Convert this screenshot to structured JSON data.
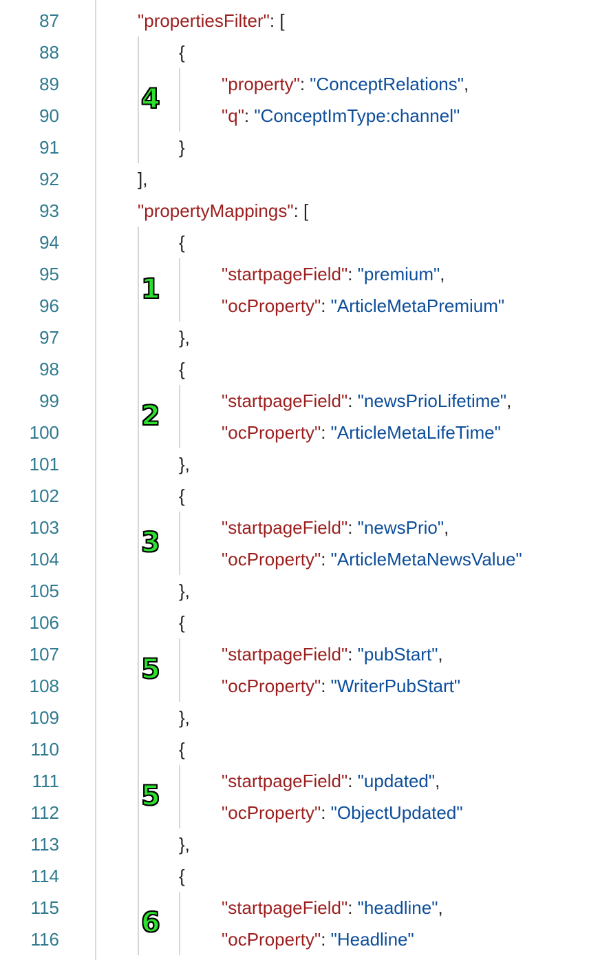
{
  "colors": {
    "key": "#9b1f1f",
    "value": "#0d4e9a",
    "line_number": "#2f7a8f",
    "badge": "#2ee02e"
  },
  "lines": [
    {
      "n": "87",
      "d": 1,
      "key": "\"propertiesFilter\"",
      "sep": ": ",
      "tail": "["
    },
    {
      "n": "88",
      "d": 2,
      "tail": "{"
    },
    {
      "n": "89",
      "d": 3,
      "key": "\"property\"",
      "sep": ": ",
      "val": "\"ConceptRelations\"",
      "end": ",",
      "badge": "4"
    },
    {
      "n": "90",
      "d": 3,
      "key": "\"q\"",
      "sep": ": ",
      "val": "\"ConceptImType:channel\""
    },
    {
      "n": "91",
      "d": 2,
      "tail": "}"
    },
    {
      "n": "92",
      "d": 1,
      "tail": "],"
    },
    {
      "n": "93",
      "d": 1,
      "key": "\"propertyMappings\"",
      "sep": ": ",
      "tail": "["
    },
    {
      "n": "94",
      "d": 2,
      "tail": "{"
    },
    {
      "n": "95",
      "d": 3,
      "key": "\"startpageField\"",
      "sep": ": ",
      "val": "\"premium\"",
      "end": ",",
      "badge": "1"
    },
    {
      "n": "96",
      "d": 3,
      "key": "\"ocProperty\"",
      "sep": ": ",
      "val": "\"ArticleMetaPremium\""
    },
    {
      "n": "97",
      "d": 2,
      "tail": "},"
    },
    {
      "n": "98",
      "d": 2,
      "tail": "{"
    },
    {
      "n": "99",
      "d": 3,
      "key": "\"startpageField\"",
      "sep": ": ",
      "val": "\"newsPrioLifetime\"",
      "end": ",",
      "badge": "2"
    },
    {
      "n": "100",
      "d": 3,
      "key": "\"ocProperty\"",
      "sep": ": ",
      "val": "\"ArticleMetaLifeTime\""
    },
    {
      "n": "101",
      "d": 2,
      "tail": "},"
    },
    {
      "n": "102",
      "d": 2,
      "tail": "{"
    },
    {
      "n": "103",
      "d": 3,
      "key": "\"startpageField\"",
      "sep": ": ",
      "val": "\"newsPrio\"",
      "end": ",",
      "badge": "3"
    },
    {
      "n": "104",
      "d": 3,
      "key": "\"ocProperty\"",
      "sep": ": ",
      "val": "\"ArticleMetaNewsValue\""
    },
    {
      "n": "105",
      "d": 2,
      "tail": "},"
    },
    {
      "n": "106",
      "d": 2,
      "tail": "{"
    },
    {
      "n": "107",
      "d": 3,
      "key": "\"startpageField\"",
      "sep": ": ",
      "val": "\"pubStart\"",
      "end": ",",
      "badge": "5"
    },
    {
      "n": "108",
      "d": 3,
      "key": "\"ocProperty\"",
      "sep": ": ",
      "val": "\"WriterPubStart\""
    },
    {
      "n": "109",
      "d": 2,
      "tail": "},"
    },
    {
      "n": "110",
      "d": 2,
      "tail": "{"
    },
    {
      "n": "111",
      "d": 3,
      "key": "\"startpageField\"",
      "sep": ": ",
      "val": "\"updated\"",
      "end": ",",
      "badge": "5"
    },
    {
      "n": "112",
      "d": 3,
      "key": "\"ocProperty\"",
      "sep": ": ",
      "val": "\"ObjectUpdated\""
    },
    {
      "n": "113",
      "d": 2,
      "tail": "},"
    },
    {
      "n": "114",
      "d": 2,
      "tail": "{"
    },
    {
      "n": "115",
      "d": 3,
      "key": "\"startpageField\"",
      "sep": ": ",
      "val": "\"headline\"",
      "end": ",",
      "badge": "6"
    },
    {
      "n": "116",
      "d": 3,
      "key": "\"ocProperty\"",
      "sep": ": ",
      "val": "\"Headline\""
    }
  ]
}
